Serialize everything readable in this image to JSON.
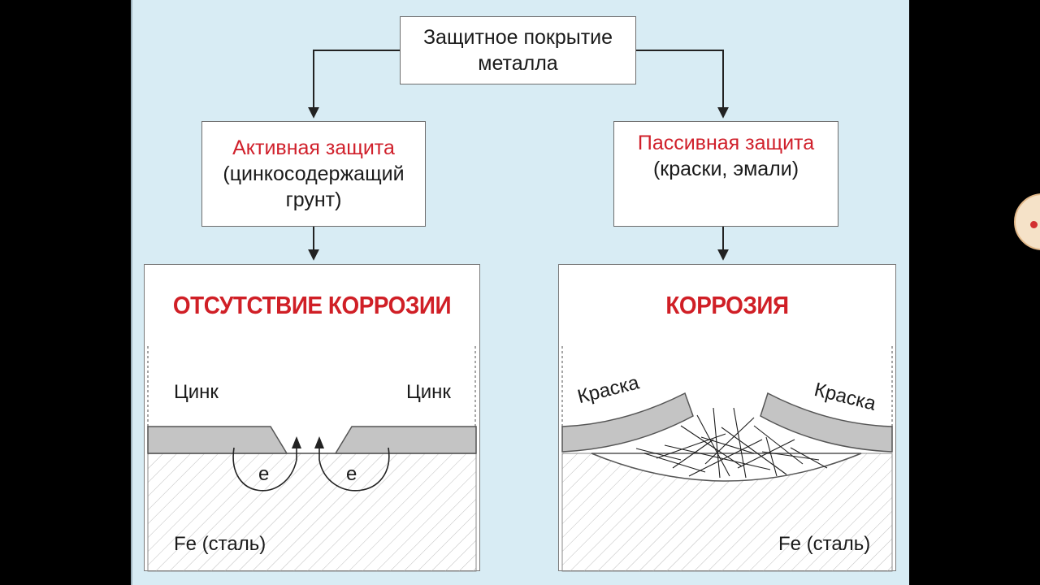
{
  "diagram": {
    "root": {
      "line1": "Защитное покрытие",
      "line2": "металла"
    },
    "active": {
      "title": "Активная защита",
      "line2": "(цинкосодержащий",
      "line3": "грунт)"
    },
    "passive": {
      "title": "Пассивная защита",
      "line2": "(краски, эмали)"
    },
    "left_panel": {
      "title": "ОТСУТСТВИЕ КОРРОЗИИ",
      "coating_left": "Цинк",
      "coating_right": "Цинк",
      "electron_left": "e",
      "electron_right": "e",
      "metal": "Fe (сталь)"
    },
    "right_panel": {
      "title": "КОРРОЗИЯ",
      "coating_left": "Краска",
      "coating_right": "Краска",
      "metal": "Fe (сталь)"
    }
  },
  "colors": {
    "background": "#d8ecf4",
    "accent_red": "#d0202b",
    "coating_gray": "#c4c4c4"
  }
}
